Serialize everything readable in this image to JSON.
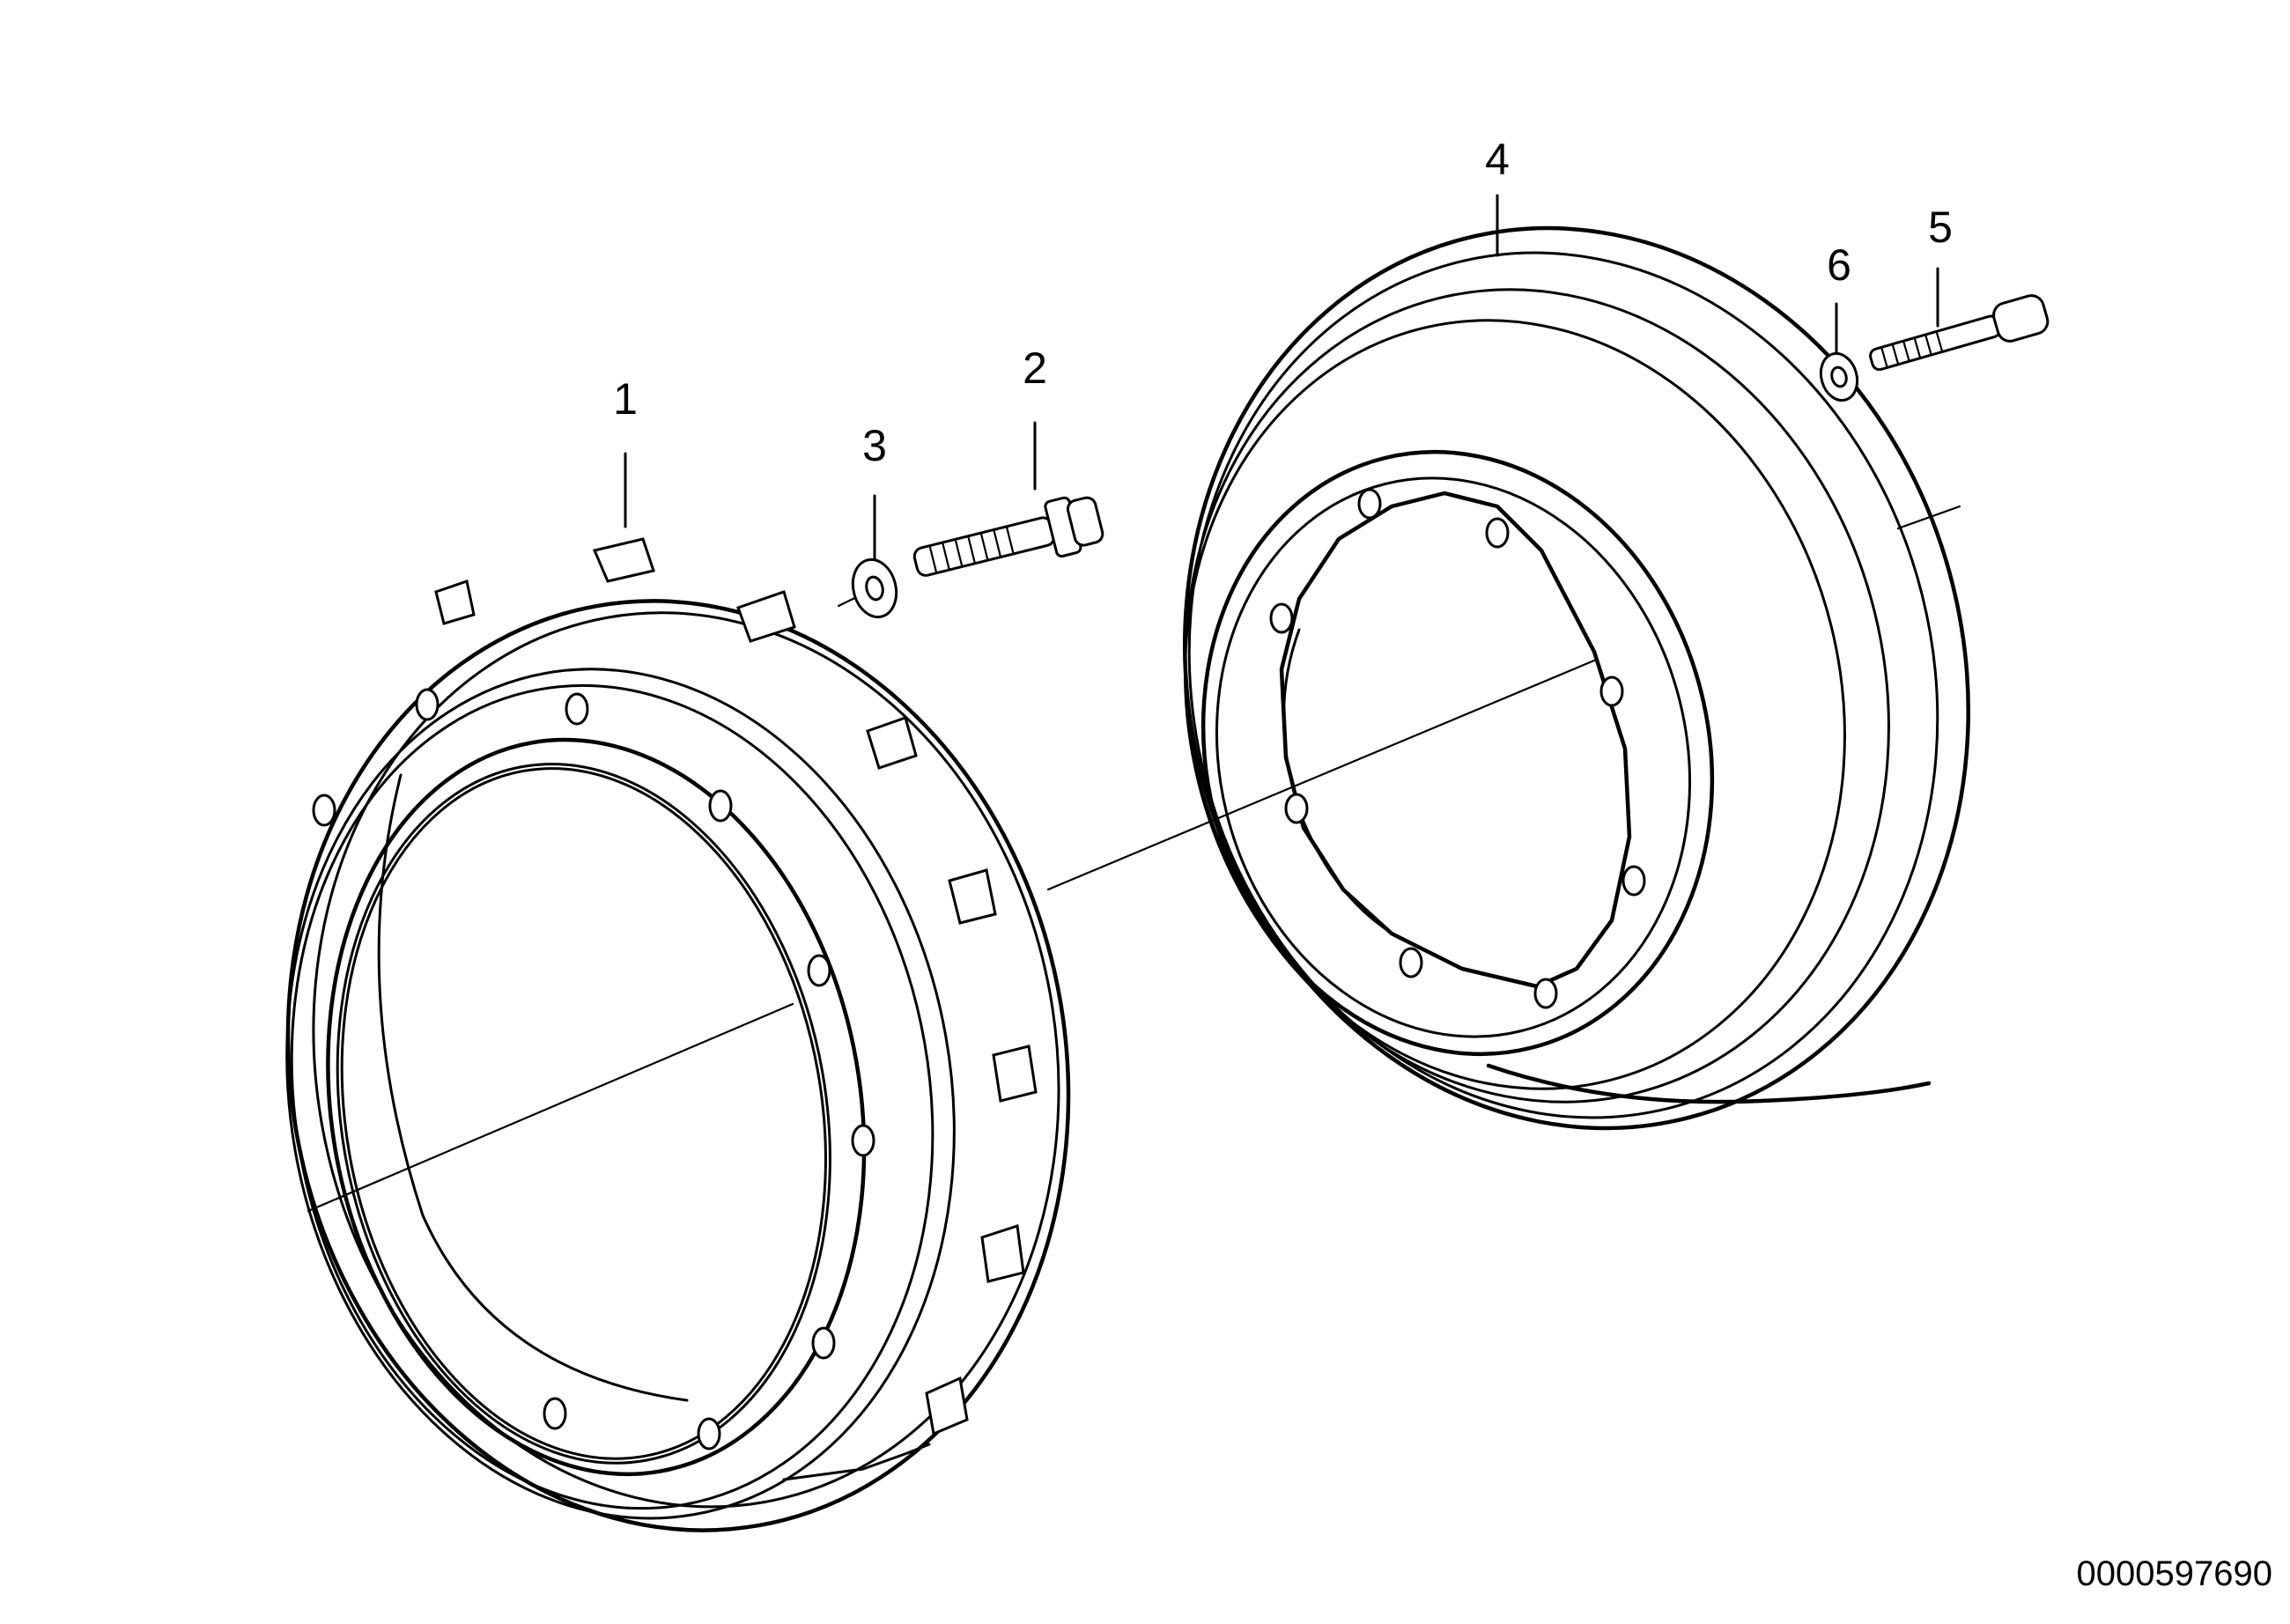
{
  "callouts": [
    {
      "id": "1",
      "label": "1"
    },
    {
      "id": "2",
      "label": "2"
    },
    {
      "id": "3",
      "label": "3"
    },
    {
      "id": "4",
      "label": "4"
    },
    {
      "id": "5",
      "label": "5"
    },
    {
      "id": "6",
      "label": "6"
    }
  ],
  "document_number": "0000597690"
}
